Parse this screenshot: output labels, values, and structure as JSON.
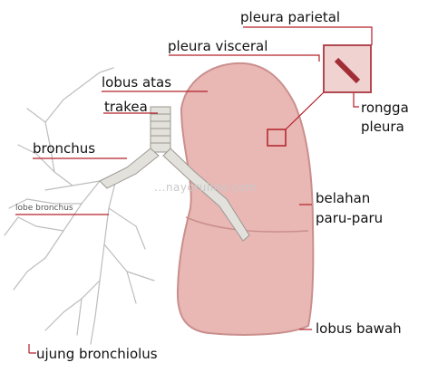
{
  "labels": {
    "pleura_parietal": "pleura parietal",
    "pleura_visceral": "pleura visceral",
    "lobus_atas": "lobus atas",
    "trakea": "trakea",
    "bronchus": "bronchus",
    "lobe_bronchus": "lobe bronchus",
    "rongga_pleura_1": "rongga",
    "rongga_pleura_2": "pleura",
    "belahan_paru_1": "belahan",
    "belahan_paru_2": "paru-paru",
    "lobus_bawah": "lobus bawah",
    "ujung_bronchiolus": "ujung bronchiolus"
  },
  "watermark": "...nayoruline.com",
  "colors": {
    "lung_fill": "#e9b7b4",
    "lung_outline": "#c98f8d",
    "trachea": "#e3e1db",
    "tree_line": "#b9b9b9",
    "leader_line": "#b3202a"
  }
}
